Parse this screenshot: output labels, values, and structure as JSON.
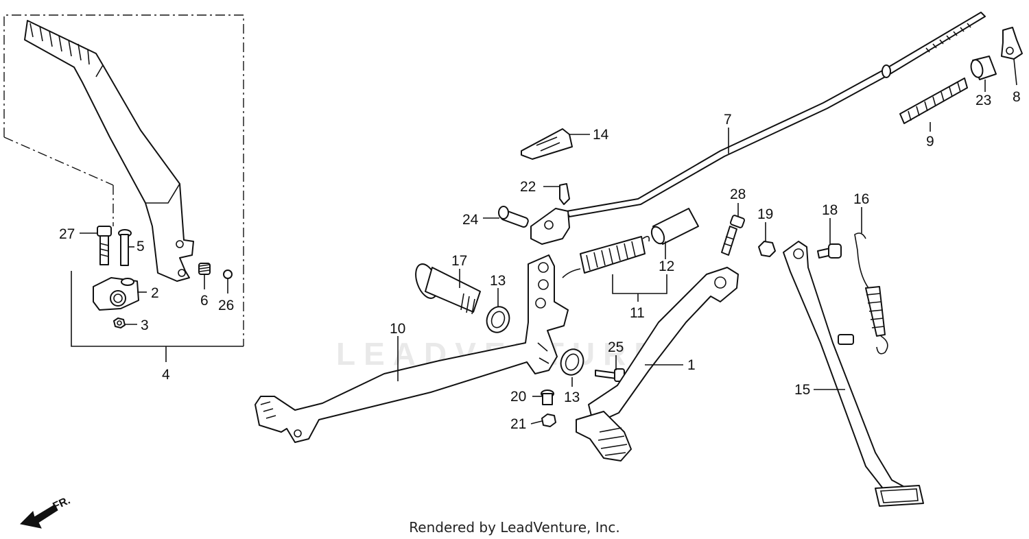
{
  "watermark": "LEADVENTURE",
  "footer": "Rendered by LeadVenture, Inc.",
  "direction_label": "FR.",
  "callouts": [
    {
      "id": "c1",
      "text": "1"
    },
    {
      "id": "c2",
      "text": "2"
    },
    {
      "id": "c3",
      "text": "3"
    },
    {
      "id": "c4",
      "text": "4"
    },
    {
      "id": "c5",
      "text": "5"
    },
    {
      "id": "c6",
      "text": "6"
    },
    {
      "id": "c7",
      "text": "7"
    },
    {
      "id": "c8",
      "text": "8"
    },
    {
      "id": "c9",
      "text": "9"
    },
    {
      "id": "c10",
      "text": "10"
    },
    {
      "id": "c11",
      "text": "11"
    },
    {
      "id": "c12",
      "text": "12"
    },
    {
      "id": "c13a",
      "text": "13"
    },
    {
      "id": "c13b",
      "text": "13"
    },
    {
      "id": "c14",
      "text": "14"
    },
    {
      "id": "c15",
      "text": "15"
    },
    {
      "id": "c16",
      "text": "16"
    },
    {
      "id": "c17",
      "text": "17"
    },
    {
      "id": "c18",
      "text": "18"
    },
    {
      "id": "c19",
      "text": "19"
    },
    {
      "id": "c20",
      "text": "20"
    },
    {
      "id": "c21",
      "text": "21"
    },
    {
      "id": "c22",
      "text": "22"
    },
    {
      "id": "c23",
      "text": "23"
    },
    {
      "id": "c24",
      "text": "24"
    },
    {
      "id": "c25",
      "text": "25"
    },
    {
      "id": "c26",
      "text": "26"
    },
    {
      "id": "c27",
      "text": "27"
    },
    {
      "id": "c28",
      "text": "28"
    }
  ]
}
